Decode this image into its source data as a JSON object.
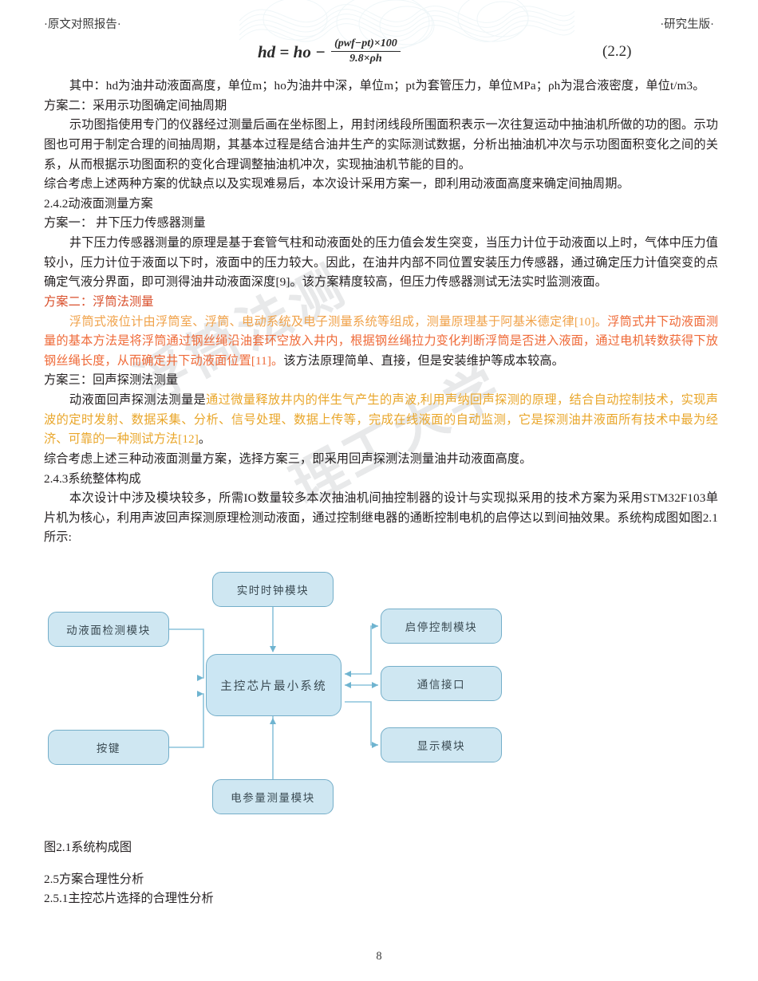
{
  "header": {
    "left": "·原文对照报告·",
    "right": "·研究生版·"
  },
  "formula": {
    "lhs": "hd = ho − ",
    "numerator": "(pwf−pt)×100",
    "denominator": "9.8×ρh",
    "number": "(2.2)"
  },
  "body": {
    "p_notation": "其中：hd为油井动液面高度，单位m；ho为油井中深，单位m；pt为套管压力，单位MPa；ρh为混合液密度，单位t/m3。",
    "head_scheme2_indicator": "方案二：采用示功图确定间抽周期",
    "p_indicator": "示功图指使用专门的仪器经过测量后画在坐标图上，用封闭线段所围面积表示一次往复运动中抽油机所做的功的图。示功图也可用于制定合理的间抽周期，其基本过程是结合油井生产的实际测试数据，分析出抽油机冲次与示功图面积变化之间的关系，从而根据示功图面积的变化合理调整抽油机冲次，实现抽油机节能的目的。",
    "p_conclusion1": "综合考虑上述两种方案的优缺点以及实现难易后，本次设计采用方案一，即利用动液面高度来确定间抽周期。",
    "sec_242": "2.4.2动液面测量方案",
    "head_scheme1_pressure": "方案一： 井下压力传感器测量",
    "p_pressure": "井下压力传感器测量的原理是基于套管气柱和动液面处的压力值会发生突变，当压力计位于动液面以上时，气体中压力值较小，压力计位于液面以下时，液面中的压力较大。因此，在油井内部不同位置安装压力传感器，通过确定压力计值突变的点确定气液分界面，即可测得油井动液面深度[9]。该方案精度较高，但压力传感器测试无法实时监测液面。",
    "head_scheme2_float": "方案二：浮筒法测量",
    "p_float_a": "浮筒式液位计由浮筒室、浮筒、电动系统及电子测量系统等组成，测量原理基于阿基米德定律[10]。",
    "p_float_b": "浮筒式井下动液面测量的基本方法是将浮筒通过钢丝绳沿油套环空放入井内，根据钢丝绳拉力变化判断浮筒是否进入液面，通过电机转数获得下放钢丝绳长度，从而确定井下动液面位置[11]。",
    "p_float_c": "该方法原理简单、直接，但是安装维护等成本较高。",
    "head_scheme3_echo": "方案三：回声探测法测量",
    "p_echo_a": "动液面回声探测法测量是",
    "p_echo_b": "通过微量释放井内的伴生气产生的声波,利用声纳回声探测的原理，结合自动控制技术，实现声波的定时发射、数据采集、分析、信号处理、数据上传等，完成在线液面的自动监测，它是探测油井液面所有技术中最为经济、可靠的一种测试方法[12]",
    "p_echo_c": "。",
    "p_conclusion2": "综合考虑上述三种动液面测量方案，选择方案三，即采用回声探测法测量油井动液面高度。",
    "sec_243": "2.4.3系统整体构成",
    "p_system": "本次设计中涉及模块较多，所需IO数量较多本次抽油机间抽控制器的设计与实现拟采用的技术方案为采用STM32F103单片机为核心，利用声波回声探测原理检测动液面，通过控制继电器的通断控制电机的启停达以到间抽效果。系统构成图如图2.1所示:",
    "caption_fig": "图2.1系统构成图",
    "sec_25": "2.5方案合理性分析",
    "sec_251": "2.5.1主控芯片选择的合理性分析"
  },
  "watermark": {
    "line1": "浮筒法测",
    "line2": "理工大学"
  },
  "diagram": {
    "nodes": {
      "rtc": "实时时钟模块",
      "level": "动液面检测模块",
      "key": "按键",
      "center": "主控芯片最小系统",
      "elec": "电参量测量模块",
      "startstop": "启停控制模块",
      "comm": "通信接口",
      "display": "显示模块"
    },
    "colors": {
      "node_fill": "#cfe7f2",
      "node_border": "#74aec9",
      "connector": "#8cc3db"
    }
  },
  "footer": {
    "page": "8"
  },
  "colors": {
    "red_heading": "#d94f2b",
    "light_orange": "#f0a24a",
    "orange": "#ef6a38",
    "gold": "#e9a62a"
  }
}
